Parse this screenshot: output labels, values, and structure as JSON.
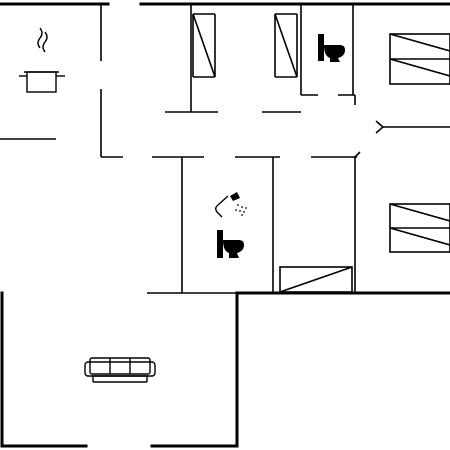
{
  "floor_plan": {
    "rooms": [
      {
        "id": "kitchen",
        "fixtures": [
          "cooking-pot-icon"
        ]
      },
      {
        "id": "wc",
        "fixtures": [
          "toilet-icon"
        ]
      },
      {
        "id": "bedroom-north",
        "fixtures": [
          "double-bed-icon"
        ]
      },
      {
        "id": "bathroom",
        "fixtures": [
          "shower-icon",
          "toilet-icon"
        ]
      },
      {
        "id": "bedroom-south",
        "fixtures": [
          "double-bed-icon"
        ]
      },
      {
        "id": "living-room",
        "fixtures": [
          "sofa-icon"
        ]
      }
    ],
    "colors": {
      "wall": "#000000",
      "background": "#ffffff"
    }
  }
}
